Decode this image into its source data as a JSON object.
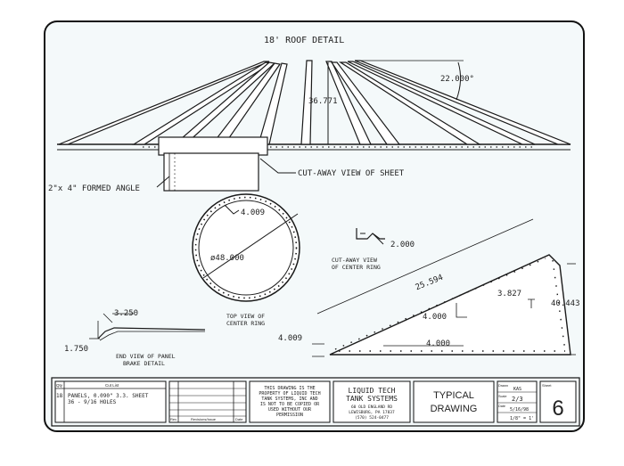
{
  "drawing": {
    "title": "18' ROOF DETAIL",
    "angle_label": "22.000°",
    "height_label": "36.771",
    "formed_angle_label": "2\"x 4\" FORMED ANGLE",
    "cutaway_sheet_label": "CUT-AWAY VIEW OF SHEET",
    "center_ring_small_dim": "4.009",
    "center_ring_diameter": "ø48.000",
    "top_view_label_1": "TOP VIEW OF",
    "top_view_label_2": "CENTER RING",
    "cutaway_ring_dim": "2.000",
    "cutaway_ring_label_1": "CUT-AWAY VIEW",
    "cutaway_ring_label_2": "OF CENTER RING",
    "panel_long_dim": "25.594",
    "panel_dim_a": "3.827",
    "panel_dim_b": "40.443",
    "panel_dim_c": "4.000",
    "panel_dim_d": "4.000",
    "panel_dim_e": "4.009",
    "end_view_dim_top": "3.250",
    "end_view_dim_side": "1.750",
    "end_view_label_1": "END VIEW OF PANEL",
    "end_view_label_2": "BRAKE DETAIL"
  },
  "title_block": {
    "bom_header_qty": "Qty",
    "bom_header_desc": "Cut List",
    "bom_row_qty": "18",
    "bom_row_line1": "PANELS, 0.090\" 3.3. SHEET",
    "bom_row_line2": "36 - 9/16 HOLES",
    "rev_col_1": "Rev",
    "rev_col_2": "Revisions/Issue",
    "rev_col_3": "Date",
    "notice_line1": "THIS DRAWING IS THE",
    "notice_line2": "PROPERTY OF LIQUID TECH",
    "notice_line3": "TANK SYSTEMS, INC AND",
    "notice_line4": "IS NOT TO BE COPIED OR",
    "notice_line5": "USED WITHOUT OUR",
    "notice_line6": "PERMISSION",
    "company_line1": "LIQUID TECH",
    "company_line2": "TANK SYSTEMS",
    "company_addr1": "60 OLD ENGLAND RD",
    "company_addr2": "LEWISBURG, PA 17837",
    "company_addr3": "(570) 524-0477",
    "typical_line1": "TYPICAL",
    "typical_line2": "DRAWING",
    "drawn_label": "Drawn",
    "drawn_value": "KAS",
    "scale_label": "Scale",
    "scale_value": "2/3",
    "date_label": "Date",
    "date_value": "5/16/98",
    "size_value": "1/8\" = 1'",
    "sheet_label": "Sheet",
    "sheet_number": "6"
  }
}
